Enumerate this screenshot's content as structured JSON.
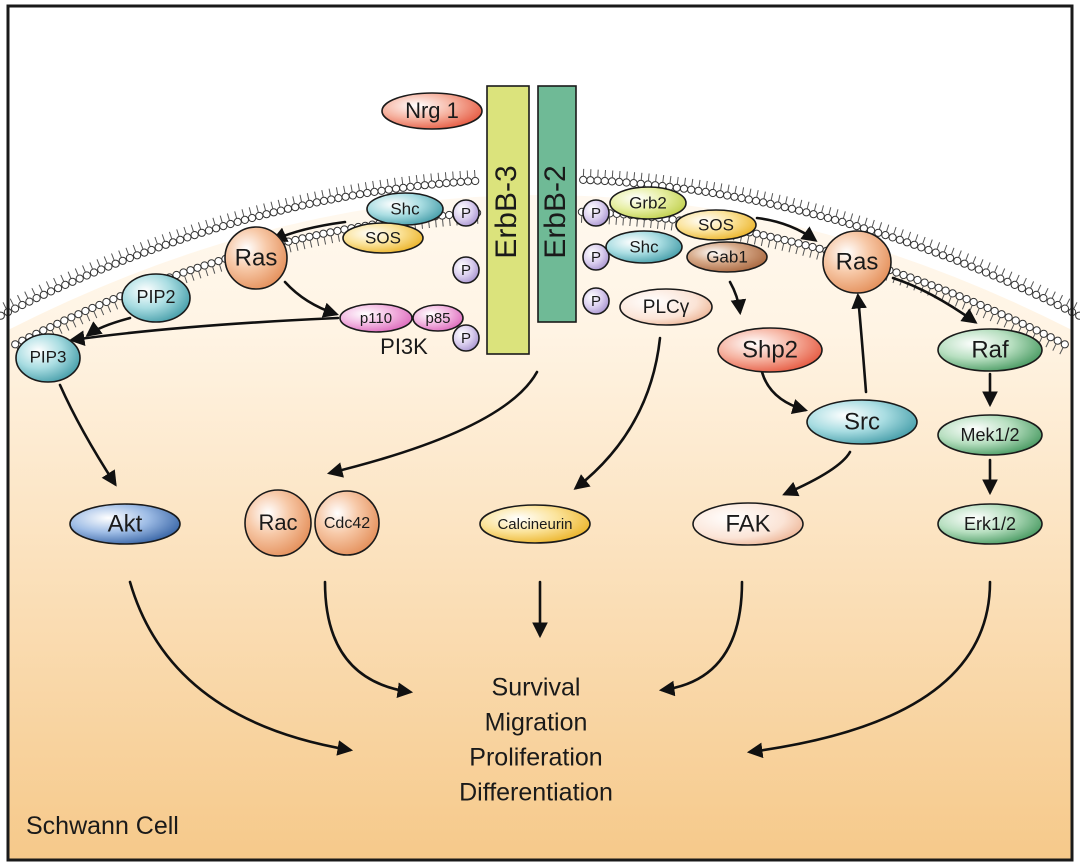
{
  "title": "",
  "cell_label": "Schwann Cell",
  "ligand": "Nrg 1",
  "receptors": {
    "erbb3": "ErbB-3",
    "erbb2": "ErbB-2"
  },
  "phospho": "P",
  "left_path": {
    "shc": "Shc",
    "sos": "SOS",
    "ras": "Ras",
    "pip2": "PIP2",
    "pip3": "PIP3",
    "p110": "p110",
    "p85": "p85",
    "pi3k": "PI3K"
  },
  "right_path": {
    "grb2": "Grb2",
    "sos": "SOS",
    "shc": "Shc",
    "gab1": "Gab1",
    "plcg": "PLCγ",
    "shp2": "Shp2",
    "ras": "Ras",
    "src": "Src",
    "raf": "Raf",
    "mek": "Mek1/2",
    "erk": "Erk1/2"
  },
  "effectors": {
    "akt": "Akt",
    "rac": "Rac",
    "cdc42": "Cdc42",
    "calcineurin": "Calcineurin",
    "fak": "FAK"
  },
  "outcomes": [
    "Survival",
    "Migration",
    "Proliferation",
    "Differentiation"
  ],
  "colors": {
    "frame": "#1a1a1a",
    "cytoplasm_top": "#ffffff",
    "cytoplasm_bottom": "#f6c98a",
    "erbb3": "#dbe37c",
    "erbb2": "#6fba96",
    "phospho": "#b8a6d9",
    "red_node": "#e2452b",
    "teal_node": "#4aa6b2",
    "orange_node": "#e99c66",
    "yellow_node": "#f0b820",
    "green_node": "#3d9e5a",
    "blue_node": "#2a5fa8",
    "pink_node": "#e06fc0",
    "brown_node": "#a8643a",
    "lime_node": "#c8d850"
  }
}
